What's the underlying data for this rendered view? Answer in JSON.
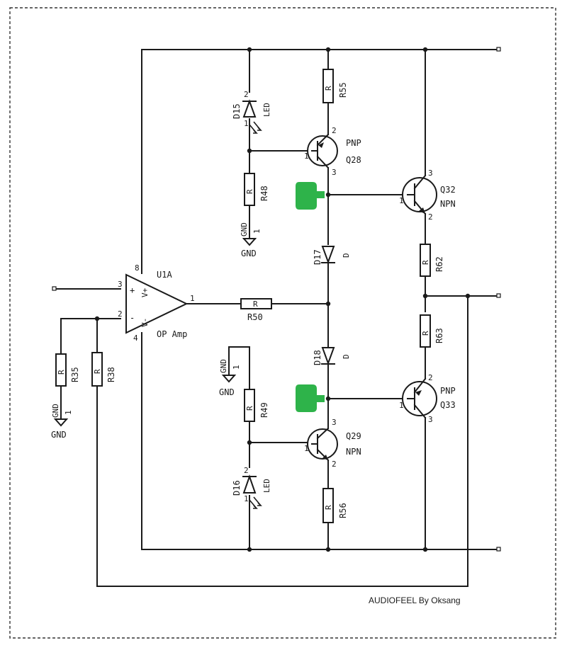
{
  "credit": "AUDIOFEEL By Oksang",
  "colors": {
    "wire": "#1a1a1a",
    "pad": "#2eb34a",
    "border": "#333333"
  },
  "gnd": {
    "symbol": "GND",
    "pin": "1"
  },
  "resistor_symbol": "R",
  "diode_symbol": "D",
  "led_symbol": "LED",
  "opamp": {
    "ref": "U1A",
    "name": "OP Amp",
    "in_plus": "V+",
    "in_minus": "V-",
    "plus_sign": "+",
    "minus_sign": "-",
    "pins": {
      "p3": "3",
      "p2": "2",
      "p8": "8",
      "p4": "4",
      "p1": "1"
    }
  },
  "resistors": {
    "r35": "R35",
    "r38": "R38",
    "r48": "R48",
    "r49": "R49",
    "r50": "R50",
    "r55": "R55",
    "r56": "R56",
    "r62": "R62",
    "r63": "R63"
  },
  "diodes": {
    "d17": "D17",
    "d18": "D18"
  },
  "leds": {
    "d15": "D15",
    "d16": "D16"
  },
  "transistors": {
    "q28": {
      "ref": "Q28",
      "type": "PNP"
    },
    "q29": {
      "ref": "Q29",
      "type": "NPN"
    },
    "q32": {
      "ref": "Q32",
      "type": "NPN"
    },
    "q33": {
      "ref": "Q33",
      "type": "PNP"
    }
  },
  "pin_numbers": {
    "one": "1",
    "two": "2",
    "three": "3"
  }
}
